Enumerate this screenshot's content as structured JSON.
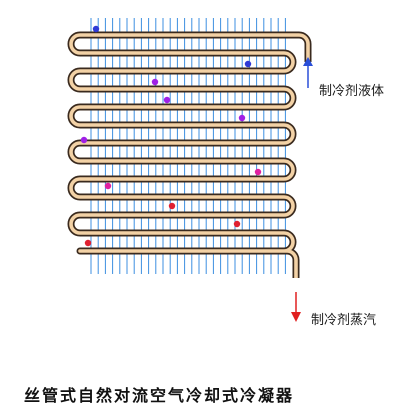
{
  "labels": {
    "inlet": "制冷剂液体",
    "outlet": "制冷剂蒸汽"
  },
  "caption": "丝管式自然对流空气冷却式冷凝器",
  "colors": {
    "fin": "#3d8fe0",
    "tube_outline": "#3a2a1e",
    "tube_fill": "#f3d2a6",
    "arrow_in": "#2a4fd8",
    "arrow_out": "#e02020",
    "dot_blue": "#2f3ad6",
    "dot_violet": "#a020e6",
    "dot_magenta": "#e020a0",
    "dot_red": "#e02030"
  },
  "icons": {
    "inlet_arrow": "arrow-up-icon",
    "outlet_arrow": "arrow-down-icon"
  }
}
